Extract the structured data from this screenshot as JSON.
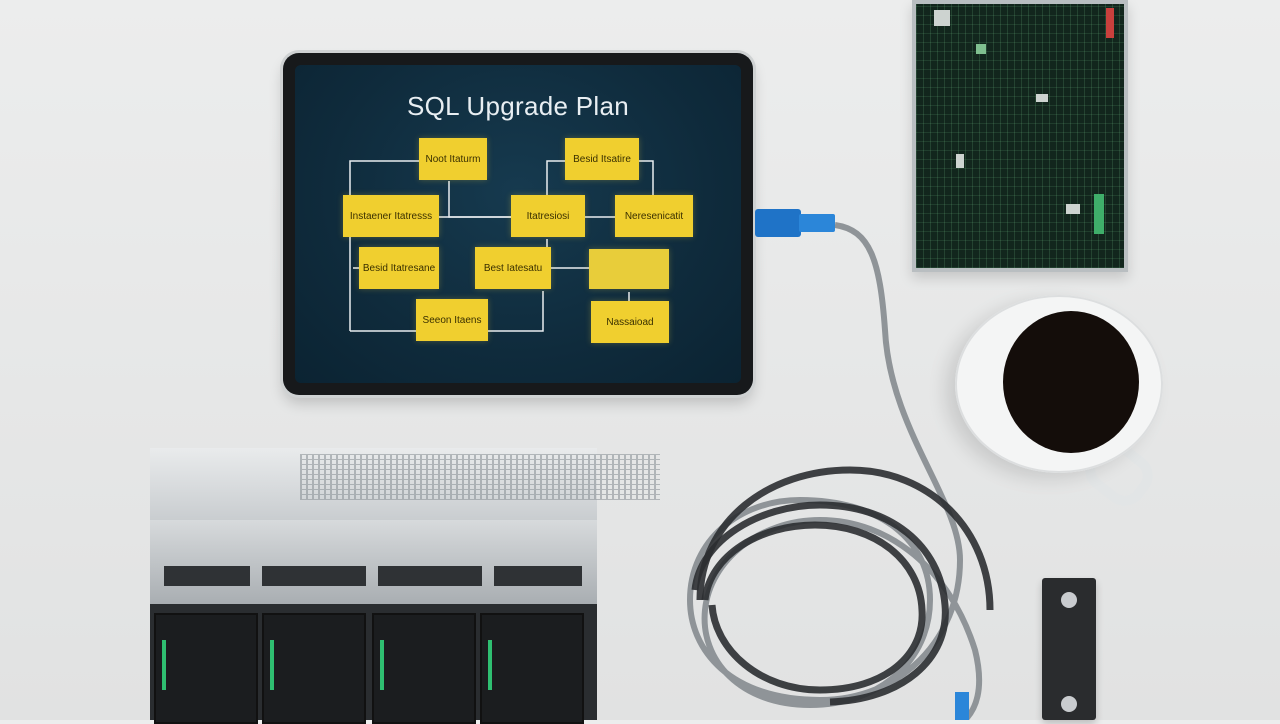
{
  "scene": {
    "tablet": {
      "title": "SQL Upgrade Plan",
      "nodes": [
        "Noot Itaturm",
        "Besid Itsatire",
        "Instaener Itatresss",
        "Itatresiosi",
        "Neresenicatit",
        "Besid Itatresane",
        "Best Iatesatu",
        "Seeon Itaens",
        "Nassaioad"
      ]
    }
  }
}
